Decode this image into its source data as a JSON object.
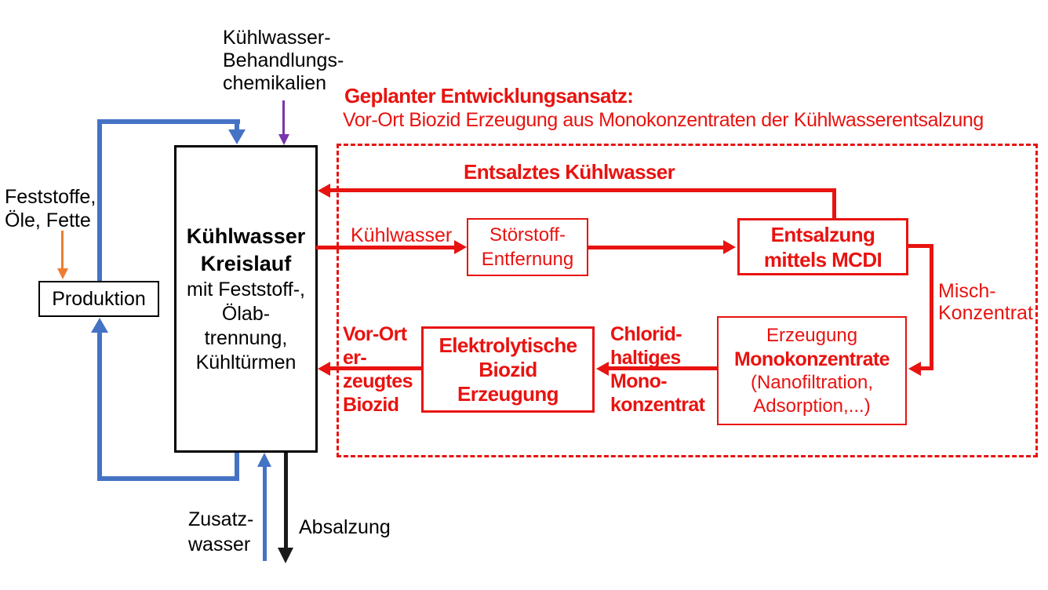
{
  "colors": {
    "red": "#e81310",
    "blue": "#4472c4",
    "orange": "#ed7d31",
    "purple": "#7a35ad",
    "black": "#000000"
  },
  "top_labels": {
    "chemicals": "Kühlwasser-\nBehandlungs-\nchemikalien"
  },
  "production_cycle": {
    "feststoffe": "Feststoffe,\nÖle, Fette",
    "produktion": "Produktion",
    "main_box_title": "Kühlwasser\nKreislauf",
    "main_box_subtitle": "mit Feststoff-,\nÖlab-\ntrennung,\nKühltürmen",
    "zusatzwasser": "Zusatz-\nwasser",
    "absalzung": "Absalzung"
  },
  "development_plan": {
    "heading": "Geplanter Entwicklungsansatz:",
    "subheading": "Vor-Ort Biozid Erzeugung aus Monokonzentraten der Kühlwasserentsalzung",
    "entsalztes_kuehlwasser": "Entsalztes Kühlwasser",
    "kuehlwasser": "Kühlwasser",
    "stoerstoff_box": "Störstoff-\nEntfernung",
    "entsalzung_box": "Entsalzung\nmittels MCDI",
    "misch_konzentrat": "Misch-\nKonzentrat",
    "erzeugung_line1": "Erzeugung",
    "erzeugung_line2": "Monokonzentrate",
    "erzeugung_line3": "(Nanofiltration,\nAdsorption,...)",
    "chlorid": "Chlorid-\nhaltiges\nMono-\nkonzentrat",
    "elektrolytische_box": "Elektrolytische\nBiozid\nErzeugung",
    "vor_ort": "Vor-Ort\ner-\nzeugtes\nBiozid"
  }
}
